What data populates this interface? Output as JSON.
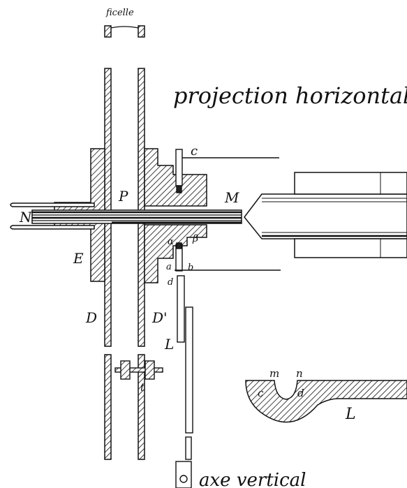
{
  "title": "projection horizontale",
  "labels": {
    "ficelle": "ficelle",
    "c": "c",
    "p": "P",
    "m": "M",
    "n": "N",
    "e": "E",
    "alpha": "α",
    "beta": "β",
    "a": "a",
    "b": "b",
    "d_small": "d",
    "d_left": "D",
    "d_right": "D'",
    "l_main": "L",
    "t": "t",
    "axe": "axe vertical",
    "detail_m": "m",
    "detail_n": "n",
    "detail_c": "c",
    "detail_d": "d",
    "detail_l": "L"
  }
}
